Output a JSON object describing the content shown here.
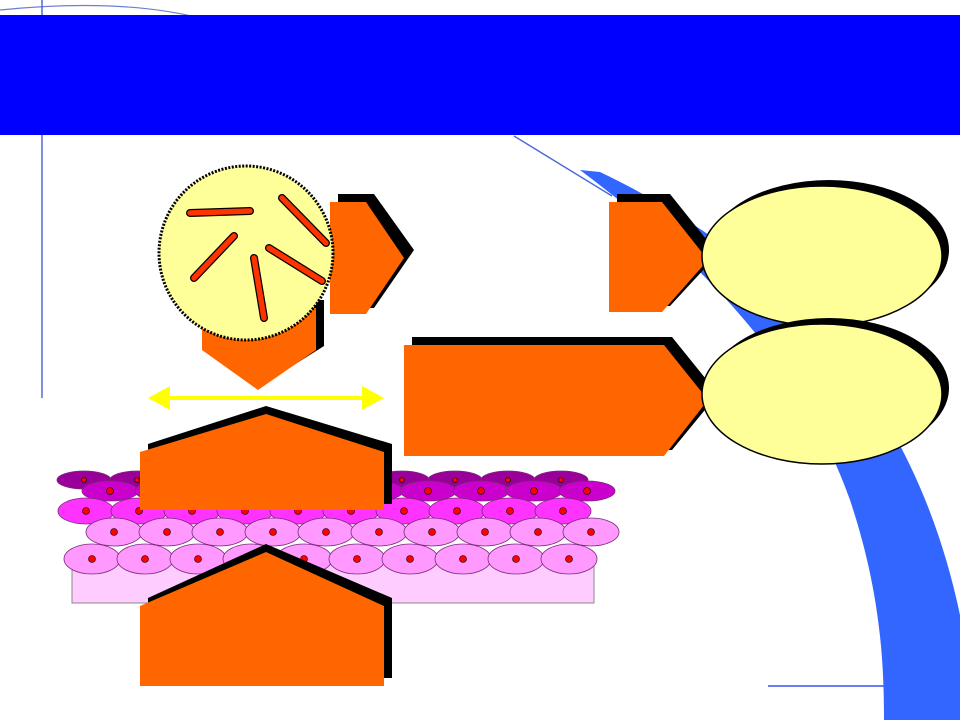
{
  "slide": {
    "title": ""
  },
  "colors": {
    "title_bar": "#0000FF",
    "swoosh": "#3366FF",
    "callout": "#FF6600",
    "callout_shadow": "#000000",
    "oval": "#FFFF99",
    "bacteria_rod": "#FF3300",
    "arrow": "#FFFF00",
    "cell_dark": "#990099",
    "cell_mid": "#CC00CC",
    "cell_bright": "#FF33FF",
    "cell_light": "#FF99FF",
    "cell_nucleus": "#FF0000",
    "tissue_base": "#FFCCFF"
  },
  "callouts": {
    "bacteria_label": "",
    "left_small": "",
    "center_wide": "",
    "tissue_top": "",
    "tissue_bottom": ""
  },
  "ovals": {
    "upper": "",
    "lower": ""
  },
  "icons": {
    "bacteria_colony": "circle-with-rods",
    "spread_arrow": "double-headed-arrow",
    "epithelium": "cell-layers"
  }
}
